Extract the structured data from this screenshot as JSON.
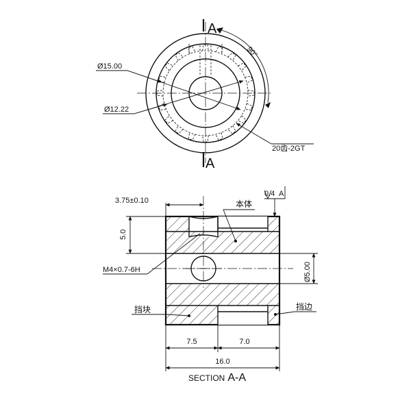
{
  "top_view": {
    "section_marker_top": "A",
    "section_marker_bottom": "A",
    "dim_outer_diameter": "Ø15.00",
    "dim_inner_diameter": "Ø12.22",
    "dim_angle": "90°",
    "tooth_callout": "20齿-2GT"
  },
  "section_view": {
    "dim_setscrew_offset": "3.75±0.10",
    "dim_height": "5.0",
    "label_body": "本体",
    "tolerance_value": "0.4",
    "tolerance_datum": "A",
    "dim_thread": "M4×0.7-6H",
    "dim_bore": "Ø5.00",
    "label_block": "挡块",
    "label_flange": "挡边",
    "dim_left_length": "7.5",
    "dim_right_length": "7.0",
    "dim_total_length": "16.0",
    "title_prefix": "SECTION",
    "title_suffix": "A-A"
  }
}
